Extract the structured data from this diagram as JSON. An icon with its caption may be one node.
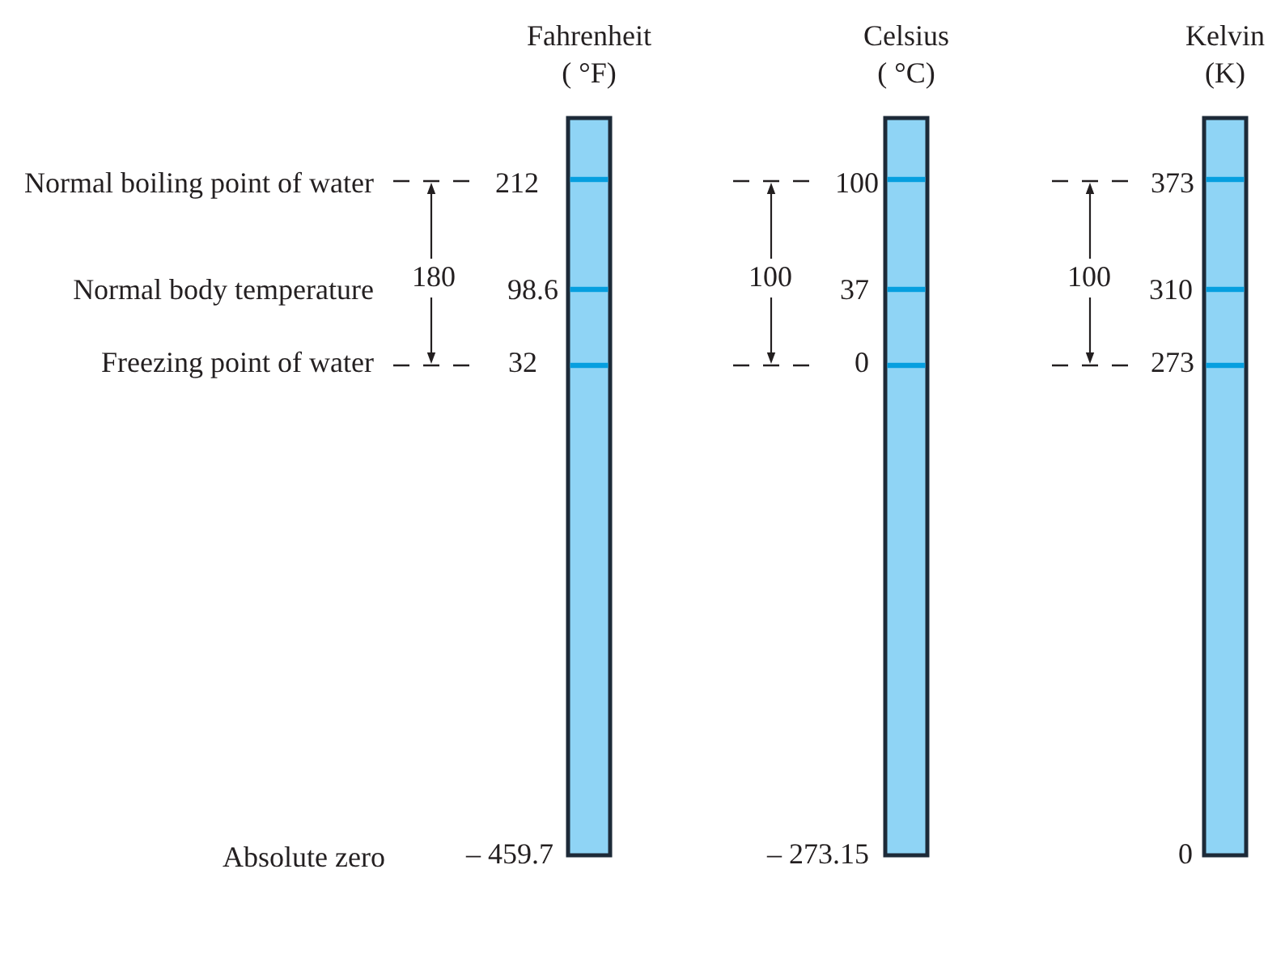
{
  "diagram": {
    "nodes": [
      {
        "text": [
          "Fahrenheit",
          "( °F)"
        ],
        "beside": [
          "212",
          "98.6",
          "32",
          "– 459.7"
        ]
      },
      {
        "text": [
          "Celsius",
          "( °C)"
        ],
        "beside": [
          "100",
          "37",
          "0",
          "– 273.15"
        ]
      },
      {
        "text": [
          "Kelvin",
          "(K)"
        ],
        "beside": [
          "373",
          "310",
          "273",
          "0"
        ]
      }
    ],
    "labels": [
      "Normal boiling point of water",
      "Normal body temperature",
      "180",
      "100",
      "100",
      "Freezing point of water",
      "Absolute zero"
    ]
  }
}
